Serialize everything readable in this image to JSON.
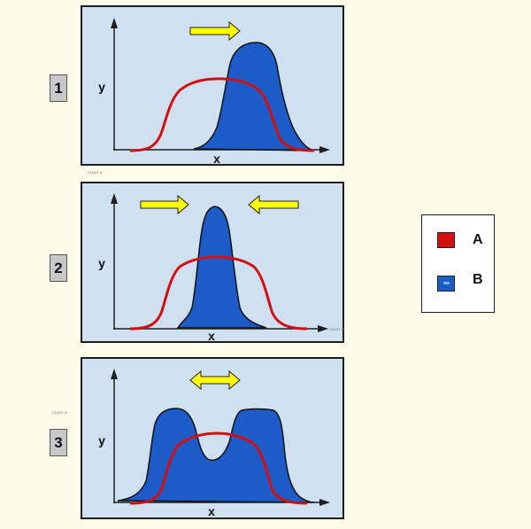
{
  "panels": [
    {
      "number": "1",
      "ylabel": "y",
      "xlabel": "x",
      "arrows": "right"
    },
    {
      "number": "2",
      "ylabel": "y",
      "xlabel": "x",
      "arrows": "converge"
    },
    {
      "number": "3",
      "ylabel": "y",
      "xlabel": "x",
      "arrows": "double"
    }
  ],
  "small_text": "cuan a",
  "legend": {
    "items": [
      {
        "label": "A",
        "color": "#d30f0f"
      },
      {
        "label": "B",
        "color": "#1c5cc9"
      }
    ]
  },
  "colors": {
    "panel_bg": "#cfe0f1",
    "page_bg": "#fdfde9",
    "arrow_fill": "#ffff00",
    "curve_a": "#d30f0f",
    "shape_b": "#1c5cc9"
  }
}
